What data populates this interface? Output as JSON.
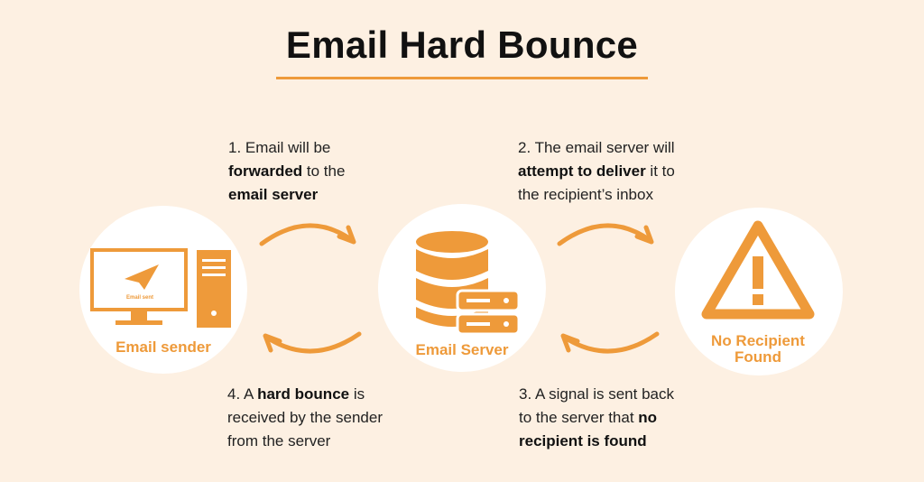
{
  "title": "Email Hard Bounce",
  "colors": {
    "accent": "#ee9a3a",
    "background": "#fdf0e2",
    "node_background": "#ffffff",
    "text": "#1e1e1e"
  },
  "steps": [
    {
      "id": 1,
      "lines": [
        [
          {
            "text": "1. Email will be",
            "bold": false
          }
        ],
        [
          {
            "text": "forwarded",
            "bold": true
          },
          {
            "text": " to the",
            "bold": false
          }
        ],
        [
          {
            "text": "email server",
            "bold": true
          }
        ]
      ]
    },
    {
      "id": 2,
      "lines": [
        [
          {
            "text": "2. The email server will",
            "bold": false
          }
        ],
        [
          {
            "text": "attempt to deliver",
            "bold": true
          },
          {
            "text": " it to",
            "bold": false
          }
        ],
        [
          {
            "text": "the recipient’s inbox",
            "bold": false
          }
        ]
      ]
    },
    {
      "id": 3,
      "lines": [
        [
          {
            "text": "3. A signal is sent back",
            "bold": false
          }
        ],
        [
          {
            "text": "to the server that ",
            "bold": false
          },
          {
            "text": "no",
            "bold": true
          }
        ],
        [
          {
            "text": "recipient is found",
            "bold": true
          }
        ]
      ]
    },
    {
      "id": 4,
      "lines": [
        [
          {
            "text": "4. A ",
            "bold": false
          },
          {
            "text": "hard bounce",
            "bold": true
          },
          {
            "text": " is",
            "bold": false
          }
        ],
        [
          {
            "text": "received by the sender",
            "bold": false
          }
        ],
        [
          {
            "text": "from the server",
            "bold": false
          }
        ]
      ]
    }
  ],
  "nodes": {
    "sender": {
      "label": "Email sender",
      "screen_caption": "Email sent",
      "icon": "computer-icon"
    },
    "server": {
      "label": "Email Server",
      "icon": "database-server-icon"
    },
    "recipient": {
      "label_lines": [
        "No Recipient",
        "Found"
      ],
      "icon": "warning-icon"
    }
  }
}
